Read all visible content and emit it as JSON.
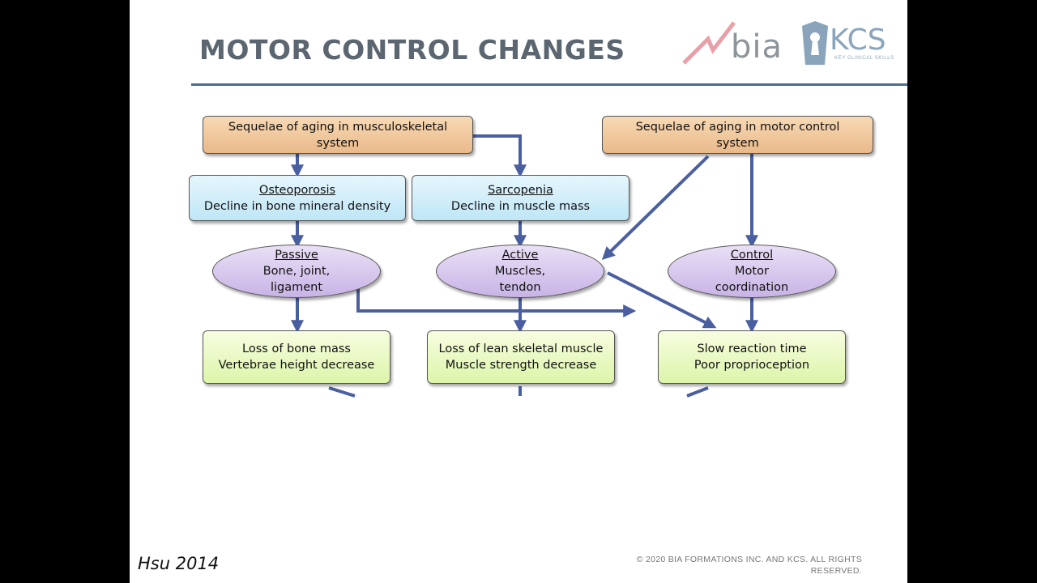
{
  "slide": {
    "title": "MOTOR CONTROL CHANGES",
    "logos": {
      "bia": "bia",
      "kcs": "KCS",
      "kcs_tagline": "KEY CLINICAL SKILLS"
    },
    "citation": "Hsu 2014",
    "copyright": {
      "line1": "© 2020 BIA FORMATIONS INC. AND KCS. ALL RIGHTS",
      "line2": "RESERVED."
    }
  },
  "colors": {
    "arrow": "#4a5fa0",
    "title_rule": "#4a6d94",
    "sequelae_box": "#eec49a",
    "condition_box": "#cdeefa",
    "component_oval": "#d3c3ec",
    "outcome_box": "#e6f8b8"
  },
  "diagram": {
    "sequelae_ms": {
      "line1": "Sequelae of aging in musculoskeletal",
      "line2": "system"
    },
    "sequelae_mc": {
      "line1": "Sequelae of aging in motor control",
      "line2": "system"
    },
    "osteoporosis": {
      "heading": "Osteoporosis",
      "detail": "Decline in bone mineral density"
    },
    "sarcopenia": {
      "heading": "Sarcopenia",
      "detail": "Decline in muscle mass"
    },
    "passive": {
      "heading": "Passive",
      "line1": "Bone, joint,",
      "line2": "ligament"
    },
    "active": {
      "heading": "Active",
      "line1": "Muscles,",
      "line2": "tendon"
    },
    "control": {
      "heading": "Control",
      "line1": "Motor",
      "line2": "coordination"
    },
    "outcome_bone": {
      "line1": "Loss of bone mass",
      "line2": "Vertebrae height decrease"
    },
    "outcome_muscle": {
      "line1": "Loss of lean skeletal muscle",
      "line2": "Muscle strength decrease"
    },
    "outcome_control": {
      "line1": "Slow reaction time",
      "line2": "Poor proprioception"
    }
  }
}
